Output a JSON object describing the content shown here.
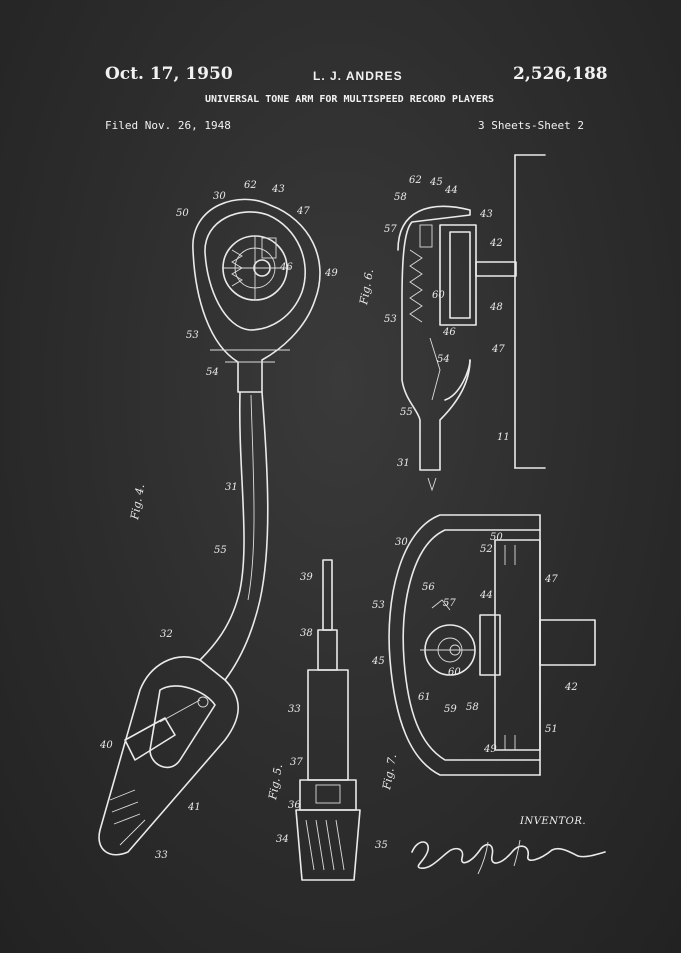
{
  "header": {
    "date": "Oct. 17, 1950",
    "inventor": "L. J. ANDRES",
    "patent_number": "2,526,188",
    "title": "UNIVERSAL TONE ARM FOR MULTISPEED RECORD PLAYERS",
    "filed": "Filed Nov. 26, 1948",
    "sheets": "3 Sheets-Sheet 2"
  },
  "figures": {
    "fig4": "Fig. 4.",
    "fig5": "Fig. 5.",
    "fig6": "Fig. 6.",
    "fig7": "Fig. 7."
  },
  "reference_numerals": {
    "fig4": [
      "50",
      "30",
      "62",
      "43",
      "47",
      "49",
      "46",
      "53",
      "54",
      "31",
      "55",
      "32",
      "40",
      "41",
      "33"
    ],
    "fig5": [
      "39",
      "38",
      "33",
      "37",
      "36",
      "34",
      "35"
    ],
    "fig6": [
      "58",
      "62",
      "45",
      "44",
      "43",
      "42",
      "57",
      "60",
      "53",
      "48",
      "46",
      "54",
      "47",
      "55",
      "31",
      "11"
    ],
    "fig7": [
      "30",
      "52",
      "50",
      "47",
      "53",
      "56",
      "57",
      "44",
      "45",
      "60",
      "42",
      "61",
      "59",
      "58",
      "49",
      "51"
    ]
  },
  "signature": {
    "label": "INVENTOR.",
    "text": "Lloyd J. Andres"
  },
  "colors": {
    "background": "#2b2b2b",
    "ink": "#eaeaea"
  }
}
